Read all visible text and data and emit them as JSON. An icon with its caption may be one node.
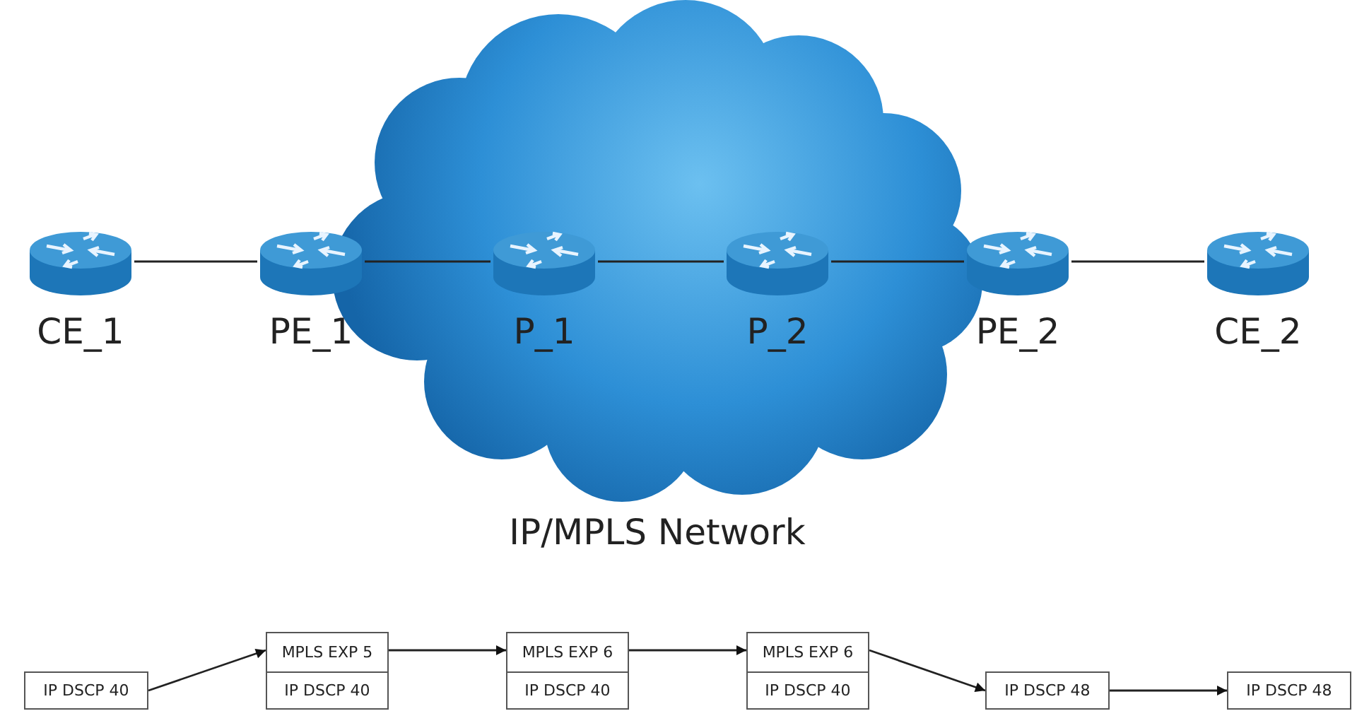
{
  "diagram": {
    "nodes": [
      {
        "text": [
          "IP/MPLS Network"
        ]
      },
      {
        "text": [
          "CE_1"
        ]
      },
      {
        "text": [
          "PE_1"
        ]
      },
      {
        "text": [
          "P_1"
        ],
        "in": 0
      },
      {
        "text": [
          "P_2"
        ],
        "in": 0
      },
      {
        "text": [
          "PE_2"
        ]
      },
      {
        "text": [
          "CE_2"
        ]
      },
      {
        "text": [
          "IP DSCP 40"
        ]
      },
      {
        "text": [
          "MPLS EXP 5",
          "IP DSCP 40"
        ]
      },
      {
        "text": [
          "MPLS EXP 6",
          "IP DSCP 40"
        ]
      },
      {
        "text": [
          "MPLS EXP 6",
          "IP DSCP 40"
        ]
      },
      {
        "text": [
          "IP DSCP 48"
        ]
      },
      {
        "text": [
          "IP DSCP 48"
        ]
      }
    ],
    "edges": [
      {
        "from": 1,
        "to": 2,
        "arrow": "none"
      },
      {
        "from": 2,
        "to": 3,
        "arrow": "none"
      },
      {
        "from": 3,
        "to": 4,
        "arrow": "none"
      },
      {
        "from": 4,
        "to": 5,
        "arrow": "none"
      },
      {
        "from": 5,
        "to": 6,
        "arrow": "none"
      },
      {
        "from": 7,
        "to": 8,
        "arrow": "to"
      },
      {
        "from": 8,
        "to": 9,
        "arrow": "to"
      },
      {
        "from": 9,
        "to": 10,
        "arrow": "to"
      },
      {
        "from": 10,
        "to": 11,
        "arrow": "to"
      },
      {
        "from": 11,
        "to": 12,
        "arrow": "to"
      }
    ]
  }
}
